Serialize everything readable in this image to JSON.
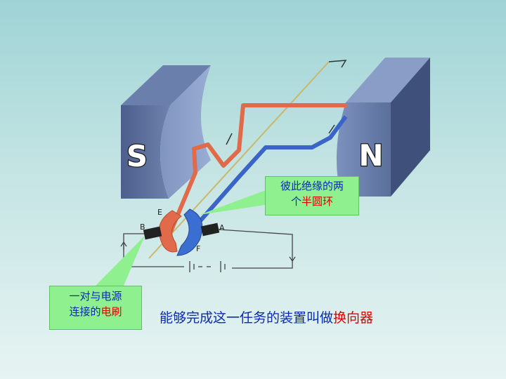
{
  "diagram": {
    "pole_s": "S",
    "pole_n": "N",
    "labels": {
      "e": "E",
      "b": "B",
      "a": "A",
      "f": "F"
    }
  },
  "callouts": {
    "rings": {
      "line1": "彼此绝缘的两",
      "line2_prefix": "个",
      "line2_highlight": "半圆环"
    },
    "brushes": {
      "line1": "一对与电源",
      "line2_prefix": "连接的",
      "line2_highlight": "电刷"
    }
  },
  "caption": {
    "prefix": "能够完成这一任务的装置叫做",
    "highlight": "换向器"
  },
  "colors": {
    "highlight": "#e00000",
    "text_blue": "#0a2bb0",
    "callout_bg": "#8ef08e",
    "magnet": "#5a6f9a",
    "coil_red": "#e06a4a",
    "coil_blue": "#3a64c8"
  }
}
